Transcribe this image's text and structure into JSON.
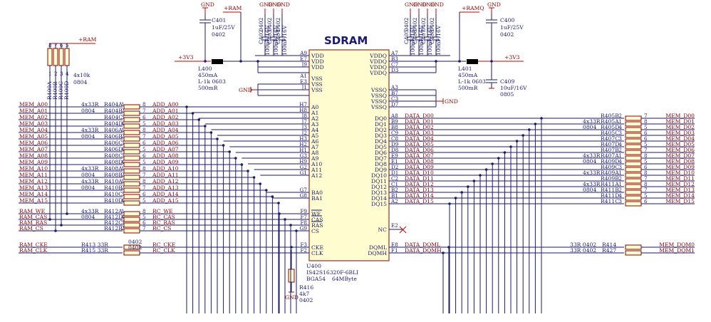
{
  "title": "SDRAM",
  "u400": {
    "ref": "U400",
    "part": "IS42S16320F-6BLI",
    "pkg": "BGA54",
    "size": "64MByte"
  },
  "power": {
    "ram": "+RAM",
    "ramq": "+RAMQ",
    "v33": "+3V3",
    "gnd": "GND"
  },
  "c401": [
    "C401",
    "1uF/25V",
    "0402"
  ],
  "c400": [
    "C400",
    "1uF/25V",
    "0402"
  ],
  "c409": [
    "C409",
    "10uF/16V",
    "0805"
  ],
  "l400": [
    "L400",
    "450mA",
    "L-1k 0603",
    "500mR"
  ],
  "l401": [
    "L401",
    "450mA",
    "L-1k 0603",
    "500mR"
  ],
  "caps_left": [
    {
      "ref": "C402",
      "val": "100nF/16V",
      "pkg": "0402"
    },
    {
      "ref": "C403",
      "val": "100nF/16V",
      "pkg": "0402"
    },
    {
      "ref": "C404",
      "val": "100nF/16V",
      "pkg": "0402"
    }
  ],
  "caps_right": [
    {
      "ref": "C405",
      "val": "100nF/16V",
      "pkg": "0402"
    },
    {
      "ref": "C406",
      "val": "100nF/16V",
      "pkg": "0402"
    },
    {
      "ref": "C407",
      "val": "100nF/16V",
      "pkg": "0402"
    },
    {
      "ref": "C408",
      "val": "100nF/16V",
      "pkg": "0402"
    }
  ],
  "r400": {
    "refs": [
      "R400A",
      "R400B",
      "R400C",
      "R400D"
    ],
    "val": "4x10k",
    "pkg": "0804"
  },
  "r416": [
    "R416",
    "4k7",
    "0402"
  ],
  "pins_left_power": [
    {
      "ball": "A9",
      "name": "VDD"
    },
    {
      "ball": "E7",
      "name": "VDD"
    },
    {
      "ball": "J9",
      "name": "VDD"
    },
    {
      "ball": "A1",
      "name": "VSS"
    },
    {
      "ball": "E3",
      "name": "VSS"
    },
    {
      "ball": "J1",
      "name": "VSS"
    }
  ],
  "pins_right_power": [
    {
      "ball": "A7",
      "name": "VDDQ"
    },
    {
      "ball": "B3",
      "name": "VDDQ"
    },
    {
      "ball": "C7",
      "name": "VDDQ"
    },
    {
      "ball": "D3",
      "name": "VDDQ"
    },
    {
      "ball": "A3",
      "name": "VSSQ"
    },
    {
      "ball": "B7",
      "name": "VSSQ"
    },
    {
      "ball": "C3",
      "name": "VSSQ"
    },
    {
      "ball": "D7",
      "name": "VSSQ"
    }
  ],
  "addr_rows": [
    {
      "net": "MEM_A00",
      "rnet": "ADD_A00",
      "ball": "H7",
      "pin": "A0",
      "pa": "1",
      "pb": "8",
      "res": "R404A",
      "note": "4x33R"
    },
    {
      "net": "MEM_A01",
      "rnet": "ADD_A01",
      "ball": "H8",
      "pin": "A1",
      "pa": "2",
      "pb": "7",
      "res": "R404B",
      "note": "0804"
    },
    {
      "net": "MEM_A02",
      "rnet": "ADD_A02",
      "ball": "J8",
      "pin": "A2",
      "pa": "3",
      "pb": "6",
      "res": "R404C",
      "note": ""
    },
    {
      "net": "MEM_A03",
      "rnet": "ADD_A03",
      "ball": "J7",
      "pin": "A3",
      "pa": "4",
      "pb": "5",
      "res": "R404D",
      "note": ""
    },
    {
      "net": "MEM_A04",
      "rnet": "ADD_A04",
      "ball": "J3",
      "pin": "A4",
      "pa": "1",
      "pb": "8",
      "res": "R406A",
      "note": "4x33R"
    },
    {
      "net": "MEM_A05",
      "rnet": "ADD_A05",
      "ball": "J2",
      "pin": "A5",
      "pa": "2",
      "pb": "7",
      "res": "R406B",
      "note": "0804"
    },
    {
      "net": "MEM_A06",
      "rnet": "ADD_A06",
      "ball": "H3",
      "pin": "A6",
      "pa": "3",
      "pb": "6",
      "res": "R406C",
      "note": ""
    },
    {
      "net": "MEM_A07",
      "rnet": "ADD_A07",
      "ball": "H2",
      "pin": "A7",
      "pa": "4",
      "pb": "5",
      "res": "R406D",
      "note": ""
    },
    {
      "net": "MEM_A08",
      "rnet": "ADD_A08",
      "ball": "H1",
      "pin": "A8",
      "pa": "3",
      "pb": "6",
      "res": "R408C",
      "note": ""
    },
    {
      "net": "MEM_A09",
      "rnet": "ADD_A09",
      "ball": "G3",
      "pin": "A9",
      "pa": "4",
      "pb": "5",
      "res": "R408D",
      "note": ""
    },
    {
      "net": "MEM_A10",
      "rnet": "ADD_A10",
      "ball": "H9",
      "pin": "A10",
      "pa": "1",
      "pb": "8",
      "res": "R408A",
      "note": "4x33R"
    },
    {
      "net": "MEM_A11",
      "rnet": "ADD_A11",
      "ball": "G2",
      "pin": "A11",
      "pa": "2",
      "pb": "7",
      "res": "R408B",
      "note": "0804"
    },
    {
      "net": "MEM_A12",
      "rnet": "ADD_A12",
      "ball": "G1",
      "pin": "A12",
      "pa": "1",
      "pb": "8",
      "res": "R410A",
      "note": "4x33R"
    },
    {
      "net": "MEM_A13",
      "rnet": "ADD_A13",
      "ball": "G7",
      "pin": "BA0",
      "pa": "2",
      "pb": "7",
      "res": "R410B",
      "note": "0804"
    },
    {
      "net": "MEM_A14",
      "rnet": "ADD_A14",
      "ball": "G8",
      "pin": "BA1",
      "pa": "3",
      "pb": "6",
      "res": "R410C",
      "note": ""
    },
    {
      "net": "MEM_A15",
      "rnet": "ADD_A15",
      "ball": "",
      "pin": "",
      "pa": "4",
      "pb": "5",
      "res": "R410D",
      "note": ""
    }
  ],
  "ctrl_rows": [
    {
      "net": "RAM_WE",
      "rnet": "RC_WE",
      "ball": "F9",
      "pin": "WE",
      "pa": "1",
      "pb": "8",
      "res": "R412A",
      "note": "4x33R"
    },
    {
      "net": "RAM_CAS",
      "rnet": "RC_CAS",
      "ball": "F7",
      "pin": "CAS",
      "pa": "4",
      "pb": "5",
      "res": "R412D",
      "note": "0804"
    },
    {
      "net": "RAM_RAS",
      "rnet": "RC_RAS",
      "ball": "F8",
      "pin": "RAS",
      "pa": "3",
      "pb": "6",
      "res": "R412C",
      "note": ""
    },
    {
      "net": "RAM_CS",
      "rnet": "RC_CS",
      "ball": "G9",
      "pin": "CS",
      "pa": "2",
      "pb": "7",
      "res": "R412B",
      "note": ""
    }
  ],
  "clk_rows": [
    {
      "net": "RAM_CKE",
      "rnet": "RC_CKE",
      "ball": "F3",
      "pin": "CKE",
      "res": "R413",
      "val": "33R",
      "pkg": "0402"
    },
    {
      "net": "RAM_CLK",
      "rnet": "RC_CLK",
      "ball": "F2",
      "pin": "CLK",
      "res": "R415",
      "val": "33R",
      "pkg": "0402"
    }
  ],
  "data_rows": [
    {
      "net": "MEM_D00",
      "dnet": "DATA_D00",
      "ball": "A8",
      "pin": "DQ0",
      "pa": "2",
      "pb": "7",
      "res": "R405B",
      "note": ""
    },
    {
      "net": "MEM_D01",
      "dnet": "DATA_D01",
      "ball": "B9",
      "pin": "DQ1",
      "pa": "1",
      "pb": "8",
      "res": "R405A",
      "note": "4x33R"
    },
    {
      "net": "MEM_D02",
      "dnet": "DATA_D02",
      "ball": "B8",
      "pin": "DQ2",
      "pa": "4",
      "pb": "5",
      "res": "R405D",
      "note": "0804"
    },
    {
      "net": "MEM_D03",
      "dnet": "DATA_D03",
      "ball": "C9",
      "pin": "DQ3",
      "pa": "3",
      "pb": "6",
      "res": "R405C",
      "note": ""
    },
    {
      "net": "MEM_D04",
      "dnet": "DATA_D04",
      "ball": "C8",
      "pin": "DQ4",
      "pa": "3",
      "pb": "6",
      "res": "R407C",
      "note": ""
    },
    {
      "net": "MEM_D05",
      "dnet": "DATA_D05",
      "ball": "D9",
      "pin": "DQ5",
      "pa": "4",
      "pb": "5",
      "res": "R407D",
      "note": ""
    },
    {
      "net": "MEM_D06",
      "dnet": "DATA_D06",
      "ball": "D8",
      "pin": "DQ6",
      "pa": "2",
      "pb": "7",
      "res": "R407B",
      "note": ""
    },
    {
      "net": "MEM_D07",
      "dnet": "DATA_D07",
      "ball": "E9",
      "pin": "DQ7",
      "pa": "1",
      "pb": "8",
      "res": "R407A",
      "note": "4x33R"
    },
    {
      "net": "MEM_D08",
      "dnet": "DATA_D08",
      "ball": "E1",
      "pin": "DQ8",
      "pa": "4",
      "pb": "5",
      "res": "R409D",
      "note": "0804"
    },
    {
      "net": "MEM_D09",
      "dnet": "DATA_D09",
      "ball": "D2",
      "pin": "DQ9",
      "pa": "3",
      "pb": "6",
      "res": "R409C",
      "note": ""
    },
    {
      "net": "MEM_D10",
      "dnet": "DATA_D10",
      "ball": "D1",
      "pin": "DQ10",
      "pa": "1",
      "pb": "8",
      "res": "R409A",
      "note": "4x33R"
    },
    {
      "net": "MEM_D11",
      "dnet": "DATA_D11",
      "ball": "C2",
      "pin": "DQ11",
      "pa": "2",
      "pb": "7",
      "res": "R409B",
      "note": ""
    },
    {
      "net": "MEM_D12",
      "dnet": "DATA_D12",
      "ball": "C1",
      "pin": "DQ12",
      "pa": "1",
      "pb": "8",
      "res": "R411A",
      "note": "4x33R"
    },
    {
      "net": "MEM_D13",
      "dnet": "DATA_D13",
      "ball": "B2",
      "pin": "DQ13",
      "pa": "2",
      "pb": "7",
      "res": "R411B",
      "note": "0804"
    },
    {
      "net": "MEM_D14",
      "dnet": "DATA_D14",
      "ball": "B1",
      "pin": "DQ14",
      "pa": "4",
      "pb": "5",
      "res": "R411D",
      "note": ""
    },
    {
      "net": "MEM_D15",
      "dnet": "DATA_D15",
      "ball": "A2",
      "pin": "DQ15",
      "pa": "3",
      "pb": "6",
      "res": "R411C",
      "note": ""
    }
  ],
  "nc": {
    "ball": "E2",
    "pin": "NC"
  },
  "dqm_rows": [
    {
      "net": "MEM_DQM0",
      "dnet": "DATA_DQML",
      "ball": "E8",
      "pin": "DQML",
      "res": "R414",
      "val": "33R",
      "pkg": "0402"
    },
    {
      "net": "MEM_DQM1",
      "dnet": "DATA_DQMH",
      "ball": "F1",
      "pin": "DQMH",
      "res": "R427",
      "val": "33R",
      "pkg": "0402"
    }
  ]
}
